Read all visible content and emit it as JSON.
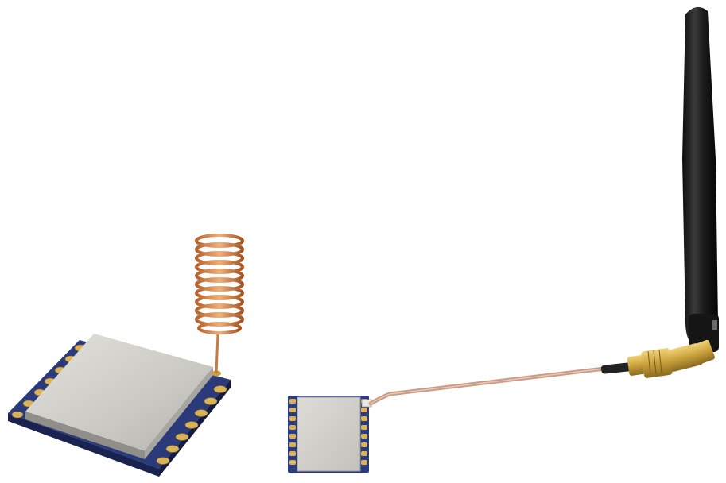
{
  "scene": {
    "background_color": "#ffffff",
    "objects": [
      {
        "name": "rf-module-with-spring-antenna",
        "shield_color": "#cfcfca",
        "pcb_color": "#2a3a7a",
        "pad_color": "#d9b35a",
        "coil_color": "#d98a4a"
      },
      {
        "name": "rf-module-with-ipex-cable",
        "shield_color": "#d3d2cd",
        "pcb_color": "#2c3a80",
        "cable_color": "#c99a86"
      },
      {
        "name": "rubber-duck-antenna",
        "body_color": "#1a1a1a",
        "connector_color": "#c9a13b"
      }
    ]
  }
}
